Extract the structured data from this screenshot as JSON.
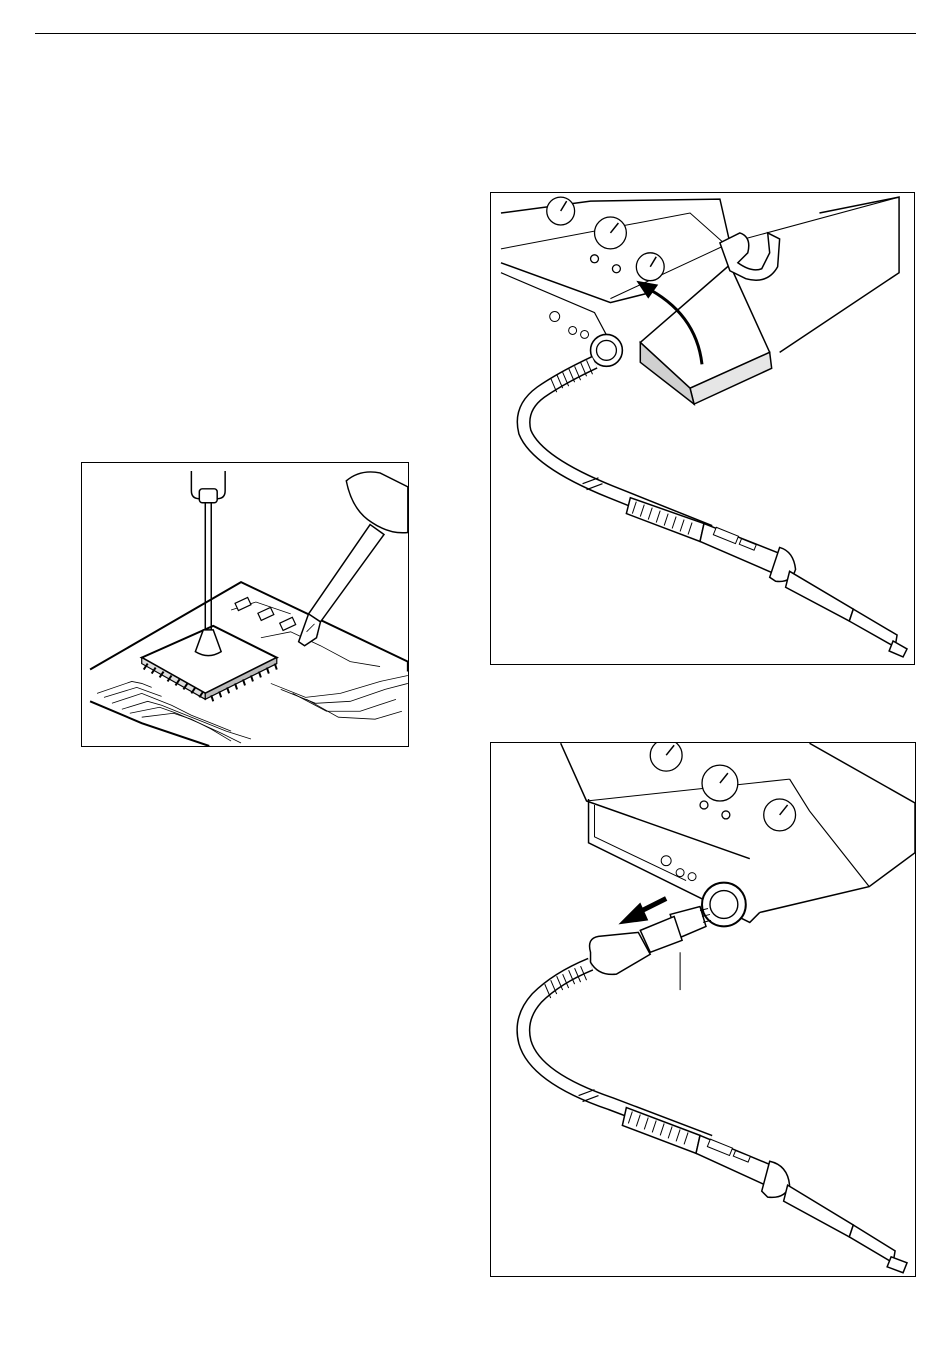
{
  "page": {
    "figures": [
      {
        "id": "pcb-desoldering",
        "kind": "line-illustration"
      },
      {
        "id": "iron-holder-insertion",
        "kind": "line-illustration"
      },
      {
        "id": "iron-connector-removal",
        "kind": "line-illustration"
      }
    ]
  },
  "colors": {
    "ink": "#000000",
    "paper": "#ffffff",
    "shade": "#e6e6e6"
  }
}
